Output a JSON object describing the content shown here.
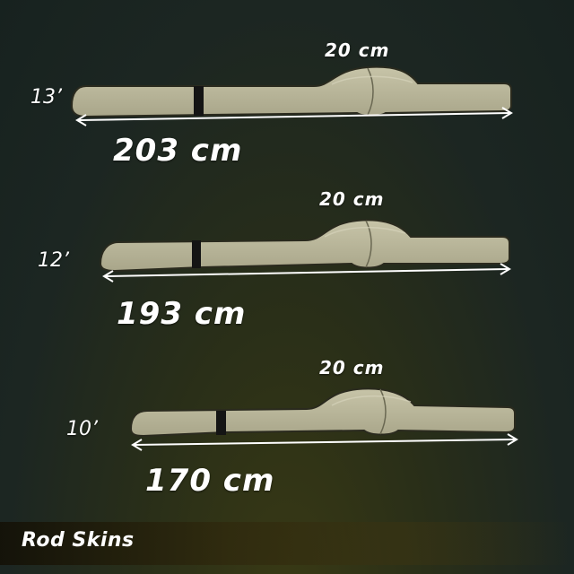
{
  "colors": {
    "skin": "#b9b69a",
    "outline": "#2a2a1e",
    "arrow": "#ffffff"
  },
  "rods": [
    {
      "size": "13’",
      "width": "20 cm",
      "length": "203 cm"
    },
    {
      "size": "12’",
      "width": "20 cm",
      "length": "193 cm"
    },
    {
      "size": "10’",
      "width": "20 cm",
      "length": "170 cm"
    }
  ],
  "footer": {
    "title": "Rod Skins"
  }
}
